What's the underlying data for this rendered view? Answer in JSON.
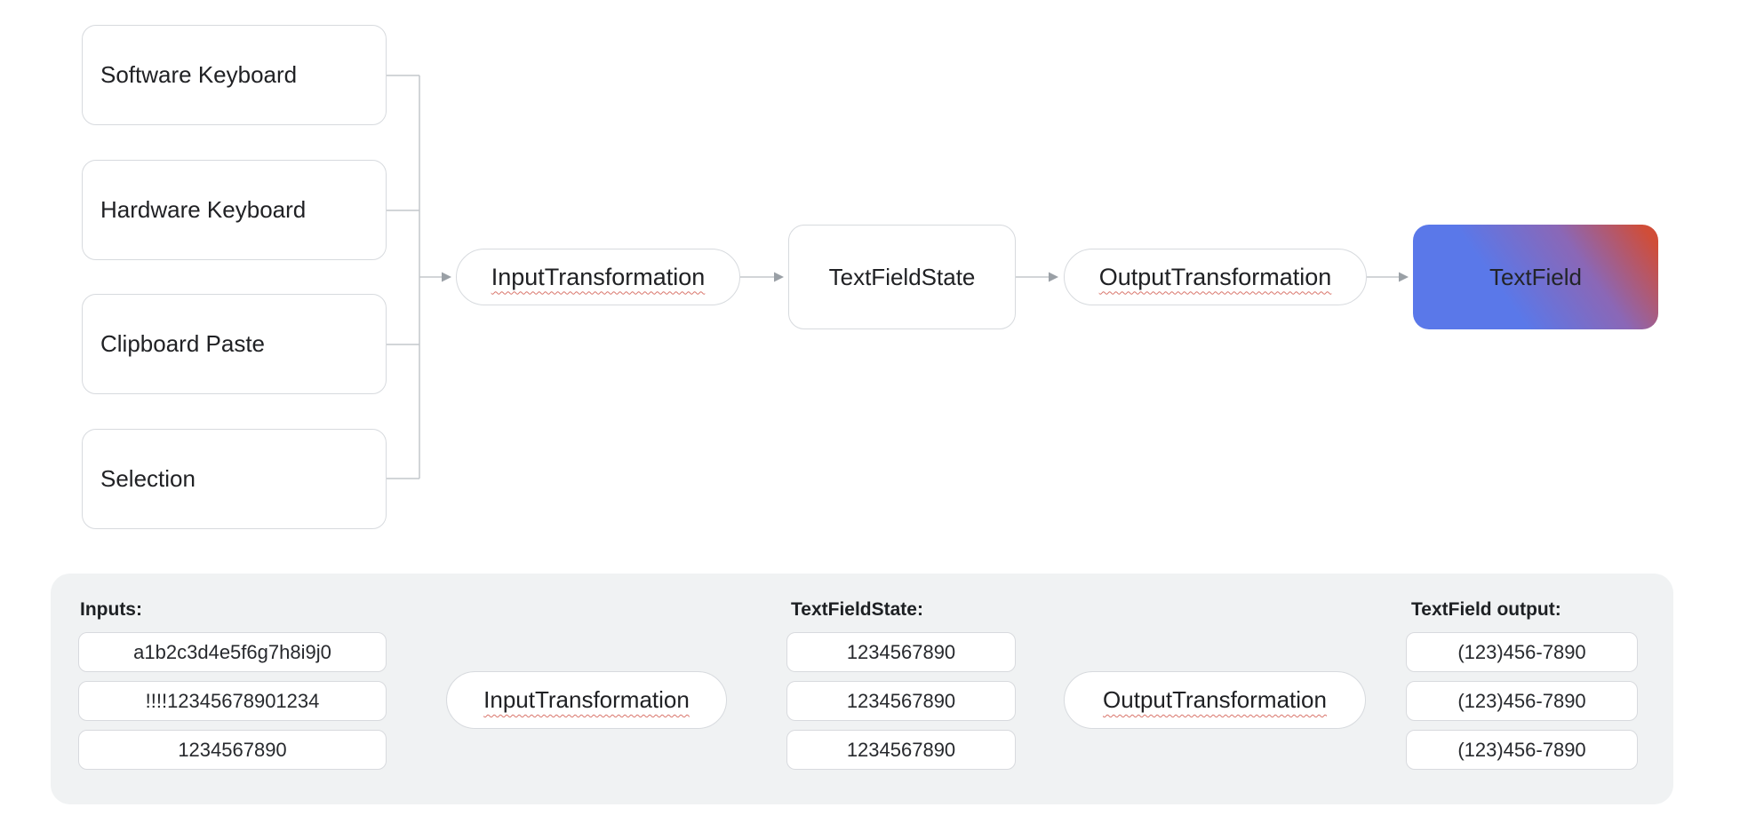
{
  "colors": {
    "panel_background": "#f0f2f3",
    "box_border": "#d7dade",
    "connector_line": "#c3c7cb",
    "arrowhead": "#9aa0a6",
    "spellcheck_underline": "#d9756b",
    "textfield_gradient_start": "#5a78e9",
    "textfield_gradient_mid": "#8b67b6",
    "textfield_gradient_end": "#d04d38",
    "text": "#202124"
  },
  "top_flow": {
    "sources": [
      {
        "label": "Software Keyboard"
      },
      {
        "label": "Hardware Keyboard"
      },
      {
        "label": "Clipboard Paste"
      },
      {
        "label": "Selection"
      }
    ],
    "nodes": {
      "input_transformation": "InputTransformation",
      "text_field_state": "TextFieldState",
      "output_transformation": "OutputTransformation",
      "text_field": "TextField"
    }
  },
  "bottom_example": {
    "inputs": {
      "label": "Inputs:",
      "values": [
        "a1b2c3d4e5f6g7h8i9j0",
        "!!!!12345678901234",
        "1234567890"
      ]
    },
    "input_transformation": "InputTransformation",
    "state": {
      "label": "TextFieldState:",
      "values": [
        "1234567890",
        "1234567890",
        "1234567890"
      ]
    },
    "output_transformation": "OutputTransformation",
    "outputs": {
      "label": "TextField output:",
      "values": [
        "(123)456-7890",
        "(123)456-7890",
        "(123)456-7890"
      ]
    }
  }
}
